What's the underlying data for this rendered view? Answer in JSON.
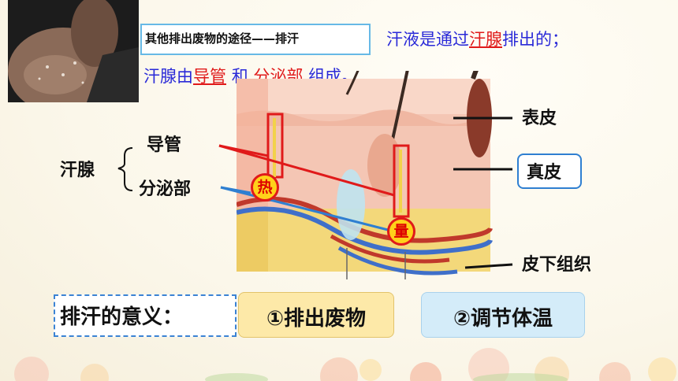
{
  "header": {
    "title": "其他排出废物的途径——排汗"
  },
  "lines": {
    "line1_pre": "汗液是通过",
    "line1_fill": "汗腺",
    "line1_post": "排出的；",
    "line2_pre": "汗腺由",
    "line2_fill1": "导管",
    "line2_mid": "和",
    "line2_fill2": "分泌部",
    "line2_post": "组成。"
  },
  "diagram": {
    "gland_label": "汗腺",
    "duct_label": "导管",
    "secretory_label": "分泌部",
    "heat_label": "热",
    "amount_label": "量",
    "epidermis_label": "表皮",
    "dermis_label": "真皮",
    "subcutis_label": "皮下组织"
  },
  "significance": {
    "label": "排汗的意义：",
    "item1": "①排出废物",
    "item2": "②调节体温"
  },
  "colors": {
    "title_border": "#67b9e6",
    "text_blue": "#2a2ad8",
    "fill_red": "#e01a1a",
    "badge_yellow": "#ffd21a",
    "pill_yellow": "#fde9a8",
    "pill_blue": "#d4ecf9"
  }
}
